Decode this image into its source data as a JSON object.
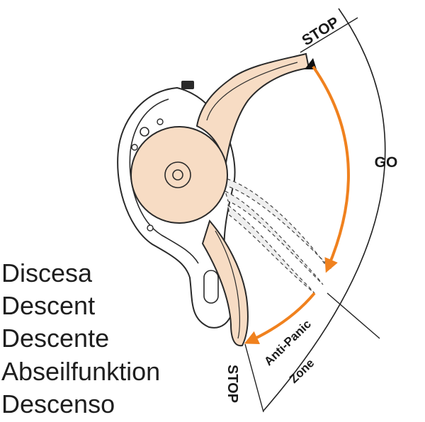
{
  "zones": {
    "stop_top": "STOP",
    "go": "GO",
    "anti_panic_line1": "Anti-Panic",
    "anti_panic_line2": "Zone",
    "stop_bottom": "STOP"
  },
  "languages": [
    "Discesa",
    "Descent",
    "Descente",
    "Abseilfunktion",
    "Descenso"
  ],
  "colors": {
    "handle_fill": "#f7dcc4",
    "outline": "#2a2a2a",
    "arrow": "#f0811e",
    "ghost": "#e2e2e2"
  }
}
